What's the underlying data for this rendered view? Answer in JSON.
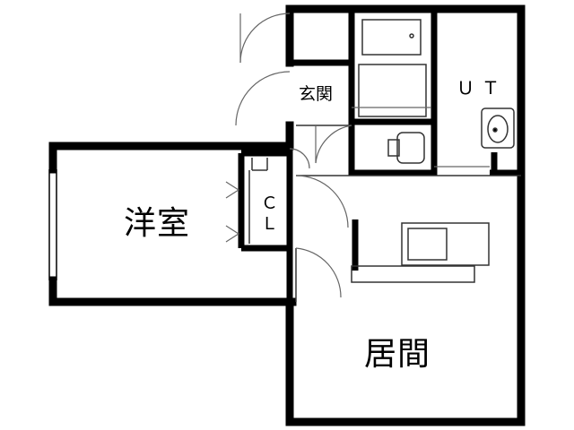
{
  "rooms": {
    "youshitsu": "洋室",
    "kyoma": "居間",
    "genkan": "玄関",
    "ut": "ＵＴ",
    "cl": "ＣＬ"
  },
  "colors": {
    "wall": "#000000",
    "line": "#888888",
    "fixture": "#555555",
    "background": "#ffffff"
  }
}
